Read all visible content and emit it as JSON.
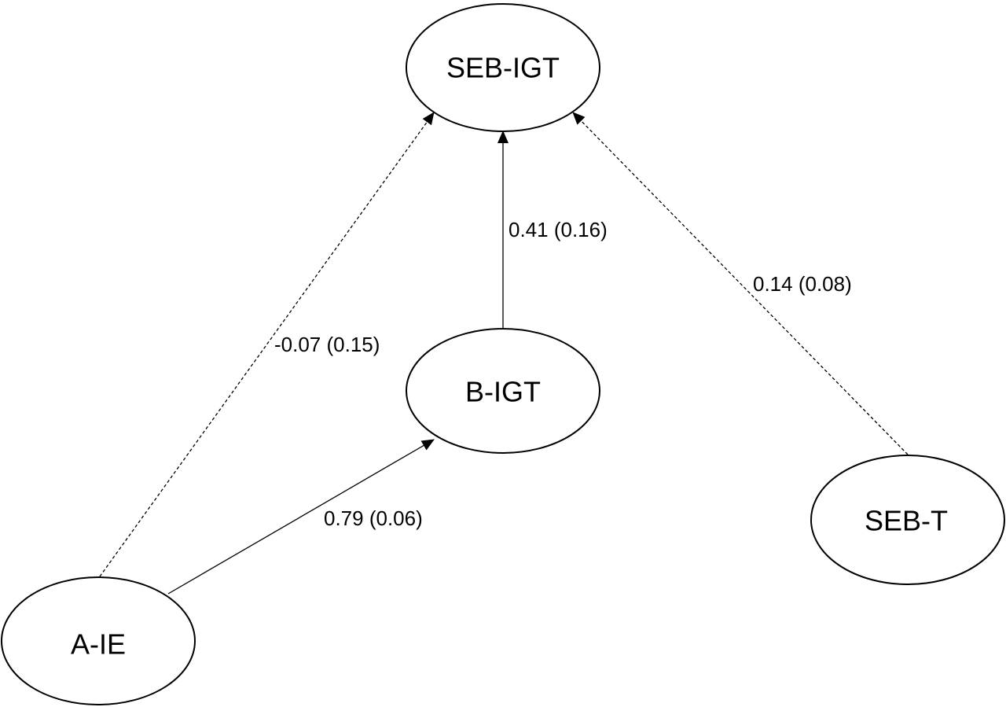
{
  "nodes": {
    "seb_igt": "SEB-IGT",
    "b_igt": "B-IGT",
    "seb_t": "SEB-T",
    "a_ie": "A-IE"
  },
  "edges": {
    "b_igt_to_seb_igt": "0.41 (0.16)",
    "seb_t_to_seb_igt": "0.14 (0.08)",
    "a_ie_to_seb_igt": "-0.07 (0.15)",
    "a_ie_to_b_igt": "0.79 (0.06)"
  },
  "styles": {
    "line_color": "#000000",
    "background": "#ffffff"
  }
}
